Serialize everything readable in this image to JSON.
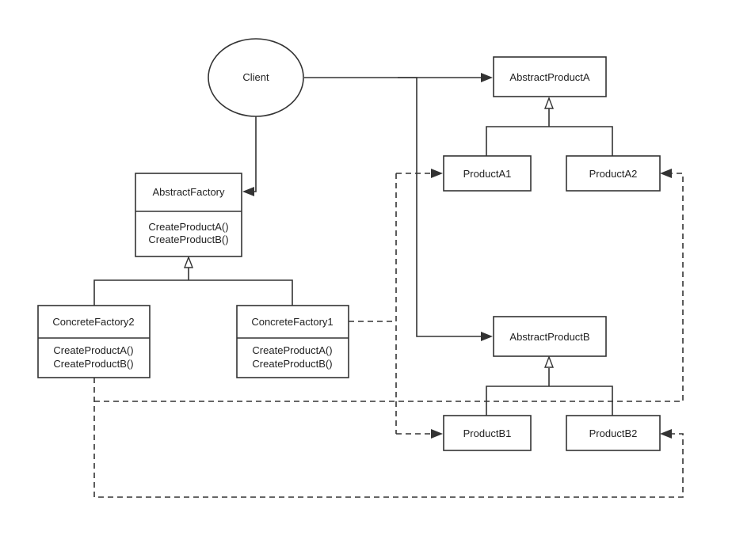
{
  "diagram": {
    "client": "Client",
    "abstract_factory": {
      "name": "AbstractFactory",
      "methods": [
        "CreateProductA()",
        "CreateProductB()"
      ]
    },
    "concrete_factory_2": {
      "name": "ConcreteFactory2",
      "methods": [
        "CreateProductA()",
        "CreateProductB()"
      ]
    },
    "concrete_factory_1": {
      "name": "ConcreteFactory1",
      "methods": [
        "CreateProductA()",
        "CreateProductB()"
      ]
    },
    "abstract_product_a": "AbstractProductA",
    "abstract_product_b": "AbstractProductB",
    "product_a1": "ProductA1",
    "product_a2": "ProductA2",
    "product_b1": "ProductB1",
    "product_b2": "ProductB2"
  }
}
